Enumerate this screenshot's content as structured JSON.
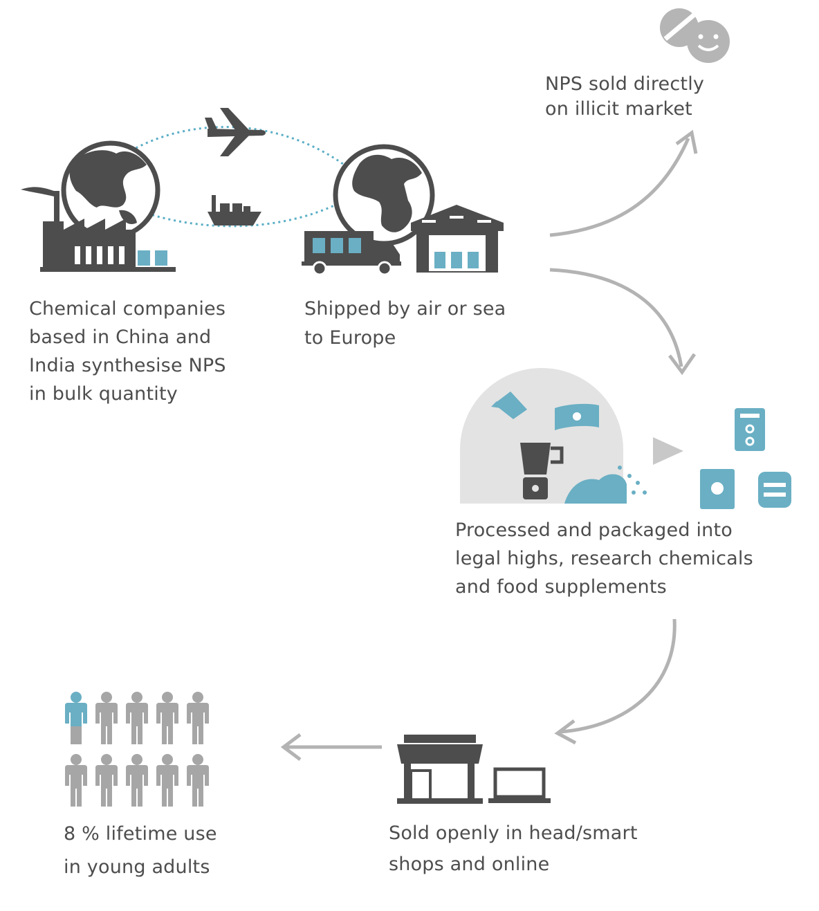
{
  "steps": {
    "origin": {
      "lines": [
        "Chemical companies",
        "based in China and",
        "India synthesise NPS",
        "in bulk quantity"
      ]
    },
    "shipping": {
      "lines": [
        "Shipped by air or sea",
        "to Europe"
      ]
    },
    "illicit": {
      "lines": [
        "NPS sold directly",
        "on illicit market"
      ]
    },
    "processing": {
      "lines": [
        "Processed and packaged into",
        "legal highs, research chemicals",
        "and food supplements"
      ]
    },
    "retail": {
      "lines": [
        "Sold openly in head/smart",
        "shops and online"
      ]
    },
    "use": {
      "lines": [
        "8 % lifetime use",
        "in young adults"
      ]
    }
  },
  "people_chart": {
    "total": 10,
    "highlighted": 1
  },
  "colors": {
    "dark": "#4d4d4d",
    "accent": "#6aafc4",
    "arrow": "#b3b3b3",
    "people": "#a6a6a6",
    "route": "#5aaec6"
  },
  "icons": [
    "factory-icon",
    "globe-asia-icon",
    "airplane-icon",
    "ship-icon",
    "globe-europe-icon",
    "truck-icon",
    "warehouse-icon",
    "pills-icon",
    "blender-icon",
    "package-icon",
    "shop-icon",
    "laptop-icon",
    "person-icon"
  ]
}
